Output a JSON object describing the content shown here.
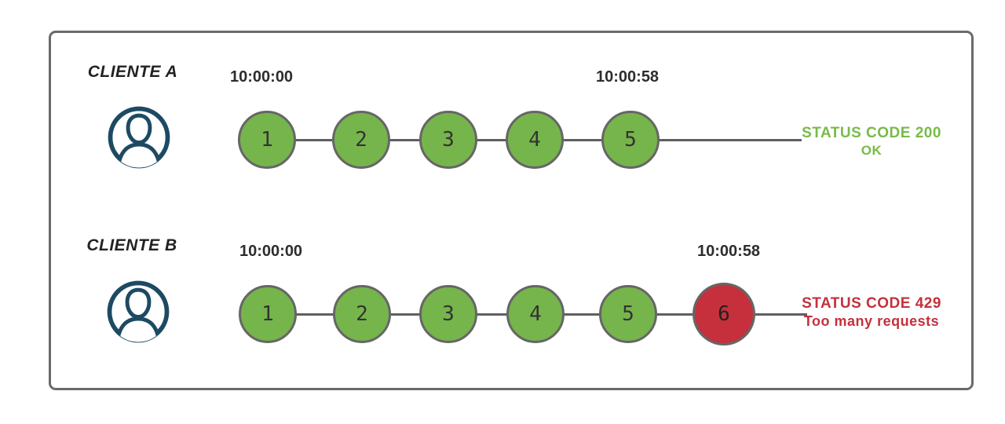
{
  "diagram": {
    "rows": [
      {
        "client_label": "CLIENTE A",
        "icon": "person-in-circle-icon",
        "start_time": "10:00:00",
        "end_time": "10:00:58",
        "requests": [
          {
            "label": "1",
            "state": "allowed"
          },
          {
            "label": "2",
            "state": "allowed"
          },
          {
            "label": "3",
            "state": "allowed"
          },
          {
            "label": "4",
            "state": "allowed"
          },
          {
            "label": "5",
            "state": "allowed"
          }
        ],
        "status": {
          "title": "STATUS CODE 200",
          "detail": "OK",
          "type": "success"
        }
      },
      {
        "client_label": "CLIENTE B",
        "icon": "person-in-circle-icon",
        "start_time": "10:00:00",
        "end_time": "10:00:58",
        "requests": [
          {
            "label": "1",
            "state": "allowed"
          },
          {
            "label": "2",
            "state": "allowed"
          },
          {
            "label": "3",
            "state": "allowed"
          },
          {
            "label": "4",
            "state": "allowed"
          },
          {
            "label": "5",
            "state": "allowed"
          },
          {
            "label": "6",
            "state": "blocked"
          }
        ],
        "status": {
          "title": "STATUS CODE 429",
          "detail": "Too many requests",
          "type": "error"
        }
      }
    ],
    "colors": {
      "allowed_circle": "#76b54b",
      "blocked_circle": "#c5303c",
      "success_text": "#77bb48",
      "error_text": "#c5303d",
      "person_icon": "#1d4a63",
      "timeline_line": "#5f5f5f",
      "frame_border": "#6a6a6a"
    }
  }
}
